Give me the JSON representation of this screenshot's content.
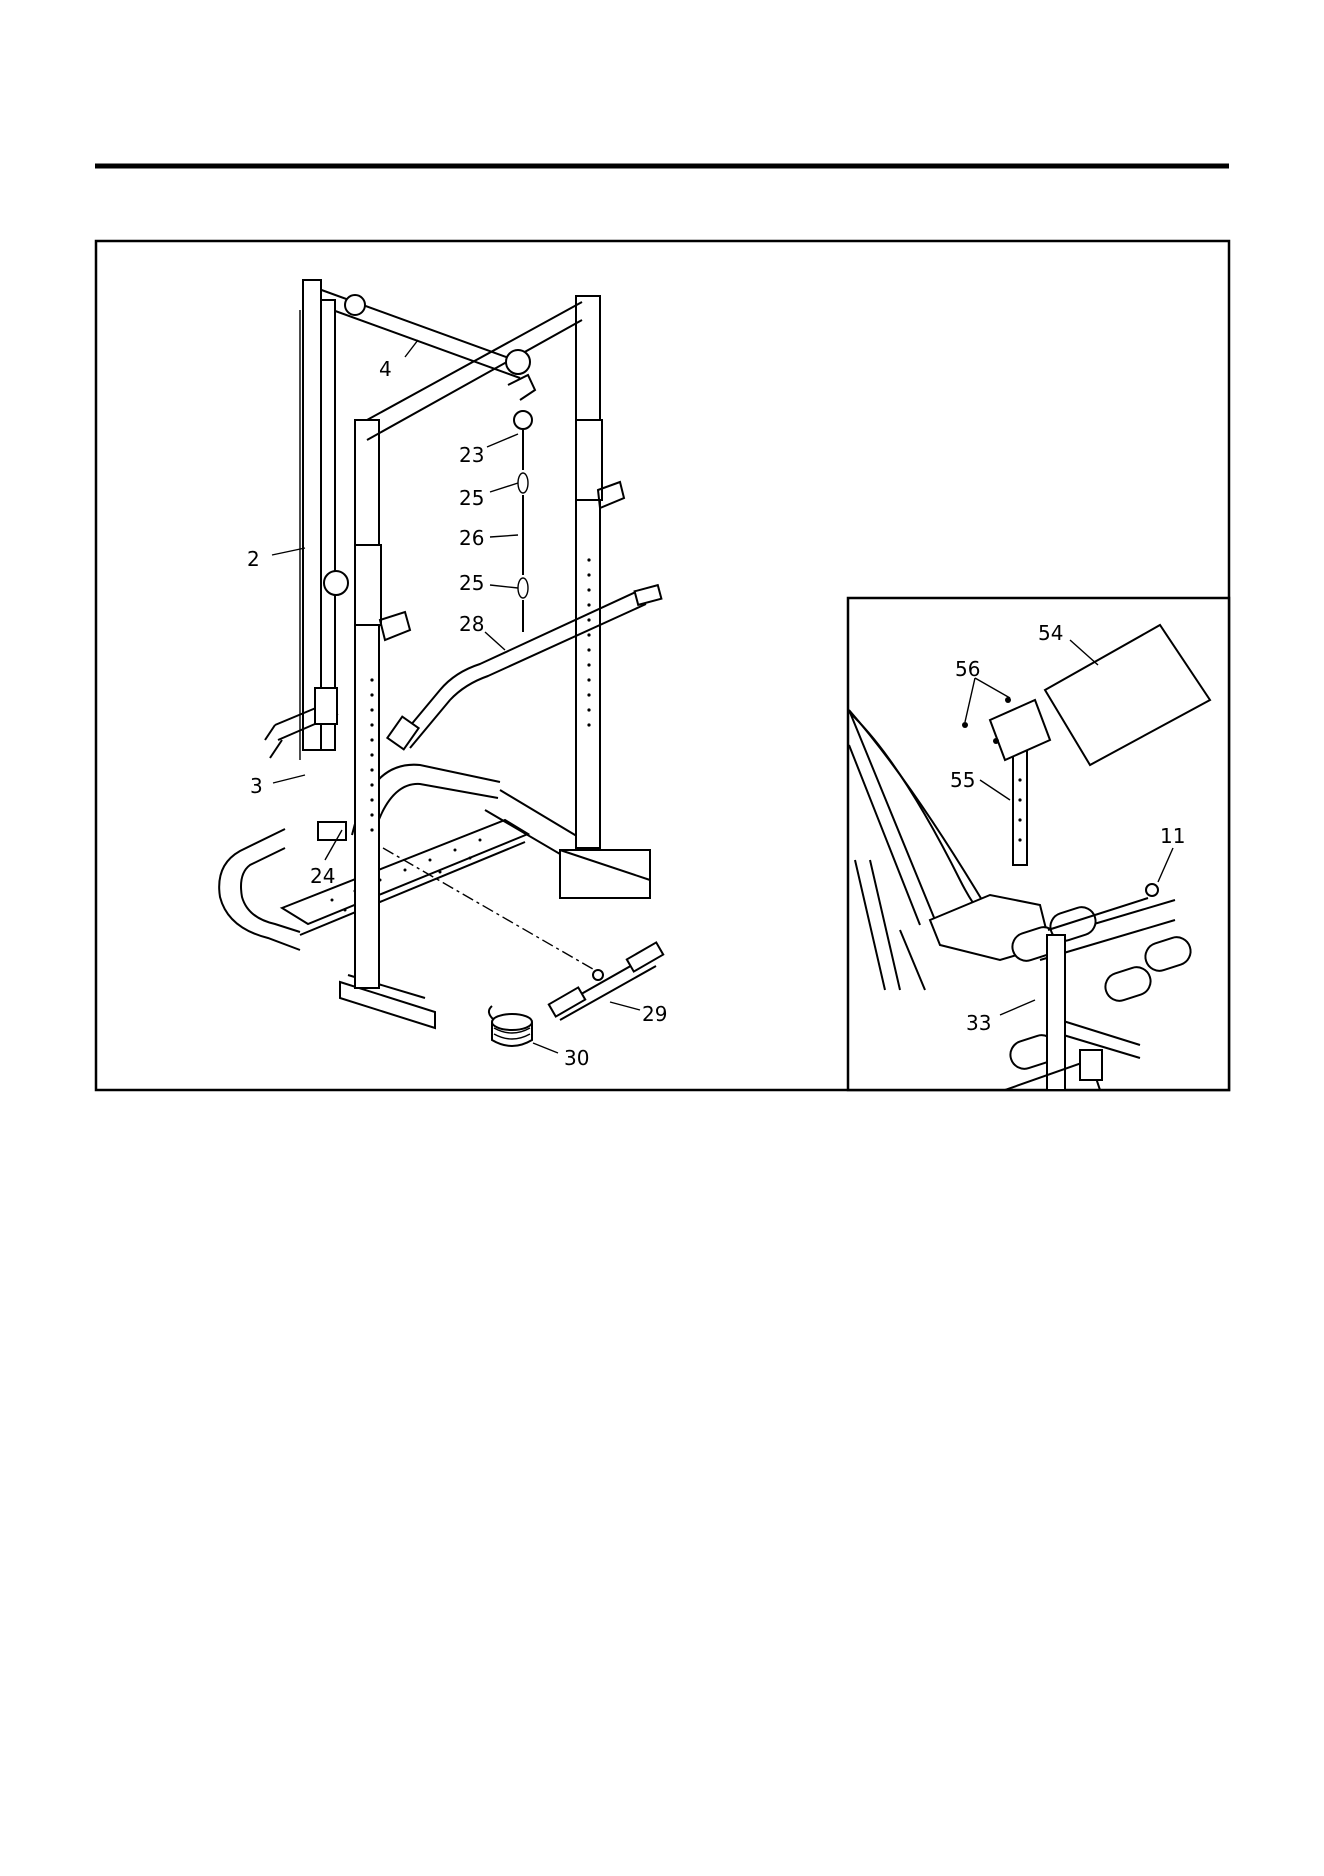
{
  "main_callouts": [
    {
      "id": "c4",
      "label": "4"
    },
    {
      "id": "c23",
      "label": "23"
    },
    {
      "id": "c25a",
      "label": "25"
    },
    {
      "id": "c26",
      "label": "26"
    },
    {
      "id": "c25b",
      "label": "25"
    },
    {
      "id": "c28",
      "label": "28"
    },
    {
      "id": "c2",
      "label": "2"
    },
    {
      "id": "c3",
      "label": "3"
    },
    {
      "id": "c24",
      "label": "24"
    },
    {
      "id": "c29",
      "label": "29"
    },
    {
      "id": "c30",
      "label": "30"
    }
  ],
  "inset_callouts": [
    {
      "id": "i54",
      "label": "54"
    },
    {
      "id": "i56",
      "label": "56"
    },
    {
      "id": "i55",
      "label": "55"
    },
    {
      "id": "i11",
      "label": "11"
    },
    {
      "id": "i33",
      "label": "33"
    }
  ]
}
